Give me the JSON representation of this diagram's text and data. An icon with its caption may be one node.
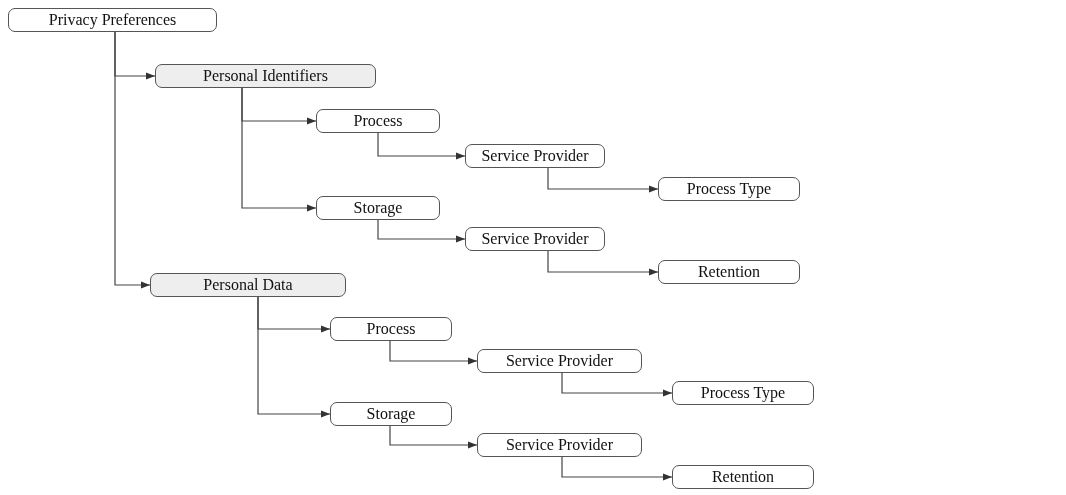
{
  "diagram": {
    "nodes": [
      {
        "text": [
          "Privacy Preferences"
        ]
      },
      {
        "text": [
          "Personal Identifiers"
        ]
      },
      {
        "text": [
          "Process"
        ]
      },
      {
        "text": [
          "Service Provider"
        ]
      },
      {
        "text": [
          "Process Type"
        ]
      },
      {
        "text": [
          "Storage"
        ]
      },
      {
        "text": [
          "Service Provider"
        ]
      },
      {
        "text": [
          "Retention"
        ]
      },
      {
        "text": [
          "Personal Data"
        ]
      },
      {
        "text": [
          "Process"
        ]
      },
      {
        "text": [
          "Service Provider"
        ]
      },
      {
        "text": [
          "Process Type"
        ]
      },
      {
        "text": [
          "Storage"
        ]
      },
      {
        "text": [
          "Service Provider"
        ]
      },
      {
        "text": [
          "Retention"
        ]
      }
    ],
    "edges": [
      {
        "from": 0,
        "to": 1,
        "arrow": "to"
      },
      {
        "from": 1,
        "to": 2,
        "arrow": "to"
      },
      {
        "from": 2,
        "to": 3,
        "arrow": "to"
      },
      {
        "from": 3,
        "to": 4,
        "arrow": "to"
      },
      {
        "from": 1,
        "to": 5,
        "arrow": "to"
      },
      {
        "from": 5,
        "to": 6,
        "arrow": "to"
      },
      {
        "from": 6,
        "to": 7,
        "arrow": "to"
      },
      {
        "from": 0,
        "to": 8,
        "arrow": "to"
      },
      {
        "from": 8,
        "to": 9,
        "arrow": "to"
      },
      {
        "from": 9,
        "to": 10,
        "arrow": "to"
      },
      {
        "from": 10,
        "to": 11,
        "arrow": "to"
      },
      {
        "from": 8,
        "to": 12,
        "arrow": "to"
      },
      {
        "from": 12,
        "to": 13,
        "arrow": "to"
      },
      {
        "from": 13,
        "to": 14,
        "arrow": "to"
      }
    ]
  }
}
